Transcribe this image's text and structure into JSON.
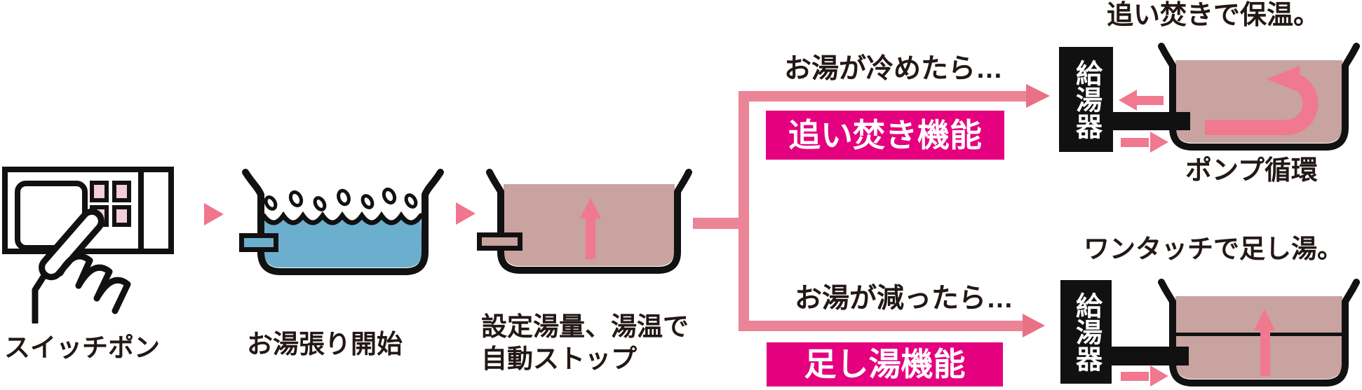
{
  "diagram_title": "auto-bath flow diagram",
  "steps": {
    "switch": {
      "label": "スイッチポン"
    },
    "fill": {
      "label": "お湯張り開始"
    },
    "autostop": {
      "line1": "設定湯量、湯温で",
      "line2": "自動ストップ"
    }
  },
  "branches": {
    "reheat": {
      "condition": "お湯が冷めたら…",
      "badge": "追い焚き機能",
      "result": "追い焚きで保温。",
      "heater_label": "給湯器",
      "note": "ポンプ循環"
    },
    "addwater": {
      "condition": "お湯が減ったら…",
      "badge": "足し湯機能",
      "result": "ワンタッチで足し湯。",
      "heater_label": "給湯器"
    }
  },
  "colors": {
    "flow_line_pink": "#EC8497",
    "arrowhead_pink": "#E97186",
    "step_arrow_pink": "#F0758D",
    "in_tub_arrow_pink": "#F0788F",
    "badge_magenta": "#E4007F",
    "water_blue": "#6CAECE",
    "warm_water_mauve": "#C8A39F",
    "outline_black": "#111111",
    "text_dark": "#231815",
    "button_pink": "#F2CDDC"
  }
}
